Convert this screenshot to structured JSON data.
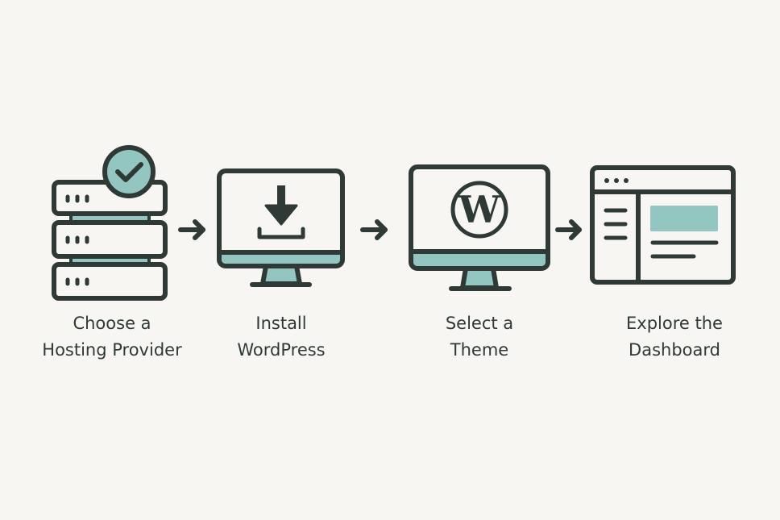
{
  "colors": {
    "stroke": "#2f3a36",
    "accent": "#93c6c0",
    "background": "#f7f6f2"
  },
  "steps": [
    {
      "icon": "server-check-icon",
      "line1": "Choose a",
      "line2": "Hosting Provider"
    },
    {
      "icon": "monitor-download-icon",
      "line1": "Install",
      "line2": "WordPress"
    },
    {
      "icon": "monitor-wordpress-icon",
      "line1": "Select a",
      "line2": "Theme"
    },
    {
      "icon": "dashboard-window-icon",
      "line1": "Explore the",
      "line2": "Dashboard"
    }
  ],
  "wp_logo_letter": "W"
}
